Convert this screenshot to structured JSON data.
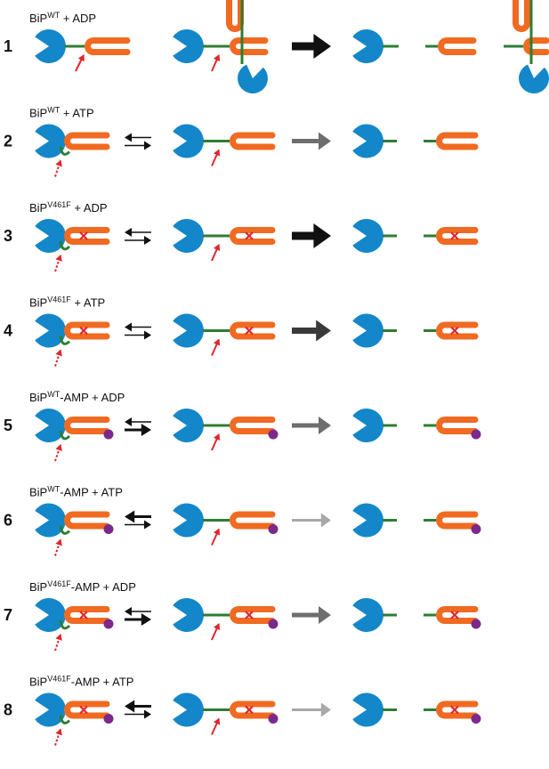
{
  "colors": {
    "bip": "#1387c9",
    "substrate": "#f06a22",
    "linker": "#2e7d32",
    "cleavage_arrow": "#e0262c",
    "mutation_x": "#e0262c",
    "amp": "#7b2a8a",
    "reaction_strong": "#111111",
    "reaction_dark": "#3a3a3a",
    "reaction_medium": "#6e6e6e",
    "reaction_weak": "#a8a8a8"
  },
  "rows": [
    {
      "number": "1",
      "label": {
        "pre": "BiP",
        "sup": "WT",
        "post": " + ADP"
      },
      "mutant": false,
      "amp": false,
      "equilibrium": null,
      "reaction": {
        "strength": "strong"
      },
      "dimer": true
    },
    {
      "number": "2",
      "label": {
        "pre": "BiP",
        "sup": "WT",
        "post": " + ATP"
      },
      "mutant": false,
      "amp": false,
      "equilibrium": {
        "forward_bold": false,
        "reverse_bold": false
      },
      "reaction": {
        "strength": "medium"
      },
      "dimer": false
    },
    {
      "number": "3",
      "label": {
        "pre": "BiP",
        "sup": "V461F",
        "post": " + ADP"
      },
      "mutant": true,
      "amp": false,
      "equilibrium": {
        "forward_bold": false,
        "reverse_bold": false
      },
      "reaction": {
        "strength": "strong"
      },
      "dimer": false
    },
    {
      "number": "4",
      "label": {
        "pre": "BiP",
        "sup": "V461F",
        "post": " + ATP"
      },
      "mutant": true,
      "amp": false,
      "equilibrium": {
        "forward_bold": false,
        "reverse_bold": false
      },
      "reaction": {
        "strength": "dark"
      },
      "dimer": false
    },
    {
      "number": "5",
      "label": {
        "pre": "BiP",
        "sup": "WT",
        "post": "-AMP + ADP"
      },
      "mutant": false,
      "amp": true,
      "equilibrium": {
        "forward_bold": true,
        "reverse_bold": false
      },
      "reaction": {
        "strength": "medium"
      },
      "dimer": false
    },
    {
      "number": "6",
      "label": {
        "pre": "BiP",
        "sup": "WT",
        "post": "-AMP + ATP"
      },
      "mutant": false,
      "amp": true,
      "equilibrium": {
        "forward_bold": false,
        "reverse_bold": true
      },
      "reaction": {
        "strength": "weak"
      },
      "dimer": false
    },
    {
      "number": "7",
      "label": {
        "pre": "BiP",
        "sup": "V461F",
        "post": "-AMP + ADP"
      },
      "mutant": true,
      "amp": true,
      "equilibrium": {
        "forward_bold": true,
        "reverse_bold": false
      },
      "reaction": {
        "strength": "medium"
      },
      "dimer": false
    },
    {
      "number": "8",
      "label": {
        "pre": "BiP",
        "sup": "V461F",
        "post": "-AMP + ATP"
      },
      "mutant": true,
      "amp": true,
      "equilibrium": {
        "forward_bold": false,
        "reverse_bold": true
      },
      "reaction": {
        "strength": "weak"
      },
      "dimer": false
    }
  ]
}
